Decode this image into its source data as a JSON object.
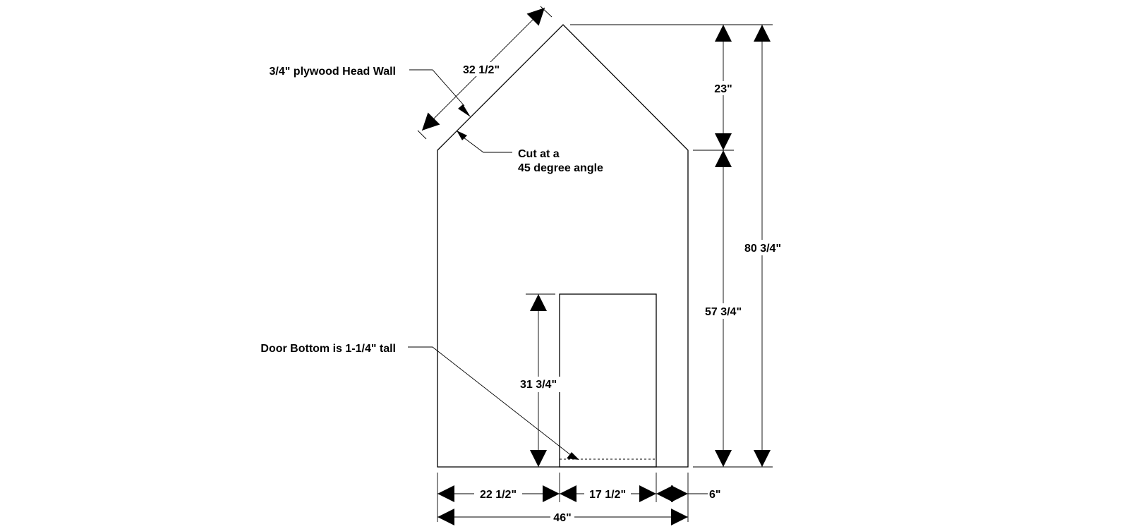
{
  "diagram": {
    "labels": {
      "head_wall": "3/4\" plywood Head Wall",
      "cut_line1": "Cut at a",
      "cut_line2": "45 degree angle",
      "door_bottom": "Door Bottom is 1-1/4\" tall"
    },
    "dimensions": {
      "roof_slope": "32 1/2\"",
      "roof_height": "23\"",
      "wall_height": "57 3/4\"",
      "total_height": "80 3/4\"",
      "door_height": "31 3/4\"",
      "left_width": "22 1/2\"",
      "door_width": "17 1/2\"",
      "right_width": "6\"",
      "total_width": "46\""
    }
  }
}
